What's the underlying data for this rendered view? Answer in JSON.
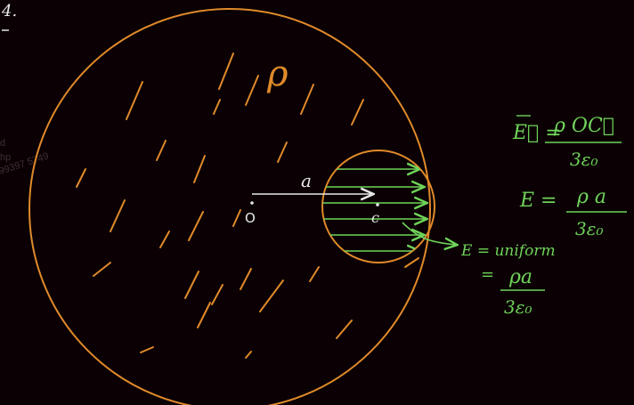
{
  "colors": {
    "background": "#0b0004",
    "sphere": "#e08a2a",
    "field": "#6fd45a",
    "vector": "#e8e8e8"
  },
  "diagram": {
    "corner_mark": "4.",
    "charge_density_label": "ρ",
    "vector_label": "a",
    "origin_label": "O",
    "cavity_center_label": "c"
  },
  "equations": {
    "eq1_lhs": "E⃗ =",
    "eq1_num": "ρ OC⃗",
    "eq1_den": "3ε₀",
    "eq2_lhs": "E =",
    "eq2_num": "ρ a",
    "eq2_den": "3ε₀",
    "uniform": "E = uniform",
    "eq3_eq": "=",
    "eq3_num": "ρa",
    "eq3_den": "3ε₀"
  },
  "watermark": {
    "line1": "d",
    "line2": "hp",
    "line3": "99397 5749"
  }
}
